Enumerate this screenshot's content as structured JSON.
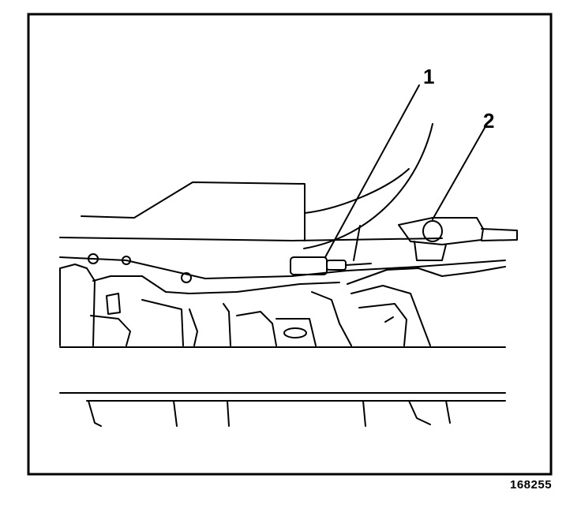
{
  "diagram": {
    "callouts": [
      {
        "label": "1"
      },
      {
        "label": "2"
      }
    ],
    "figure_number": "168255"
  }
}
